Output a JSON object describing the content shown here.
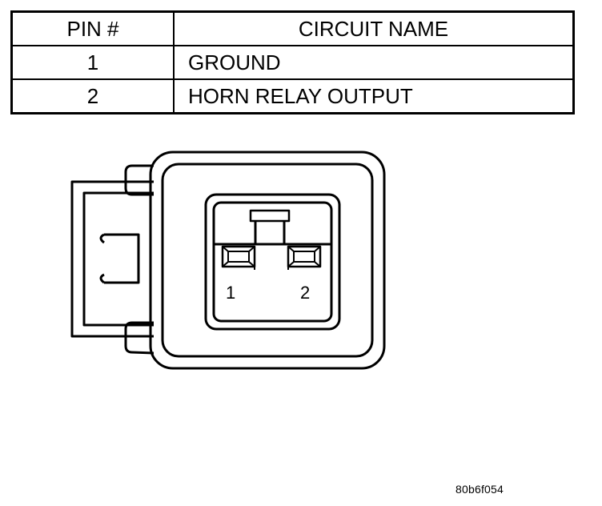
{
  "table": {
    "headers": [
      "PIN #",
      "CIRCUIT NAME"
    ],
    "rows": [
      {
        "pin": "1",
        "circuit": "GROUND"
      },
      {
        "pin": "2",
        "circuit": "HORN RELAY OUTPUT"
      }
    ]
  },
  "connector": {
    "pin_labels": [
      "1",
      "2"
    ]
  },
  "figure_code": "80b6f054"
}
